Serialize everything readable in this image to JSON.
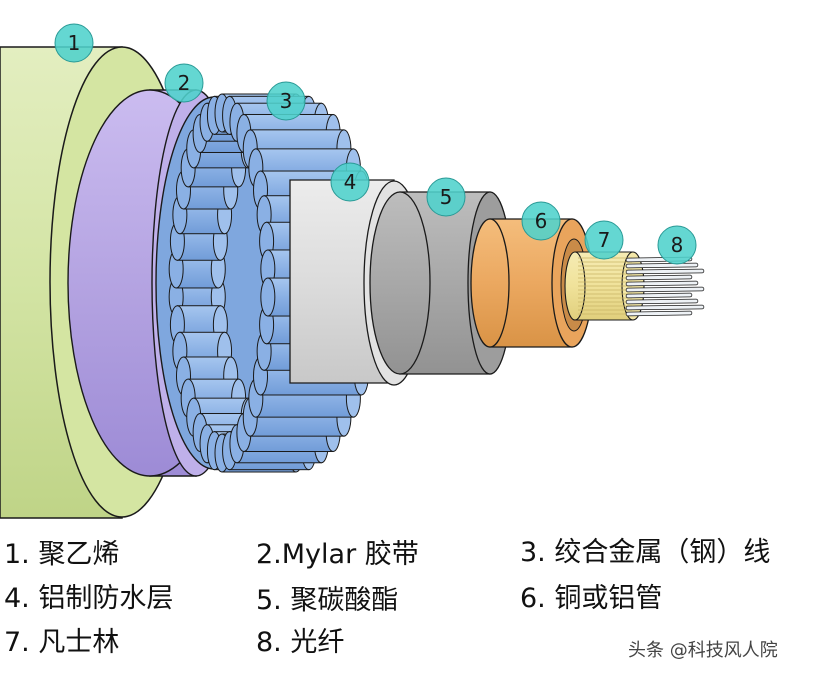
{
  "callouts": [
    "1",
    "2",
    "3",
    "4",
    "5",
    "6",
    "7",
    "8"
  ],
  "legend": [
    "1. 聚乙烯",
    "2.Mylar 胶带",
    "3. 绞合金属（钢）线",
    "4. 铝制防水层",
    "5. 聚碳酸酯",
    "6. 铜或铝管",
    "7. 凡士林",
    "8. 光纤"
  ],
  "watermark": "头条 @科技风人院",
  "colors": {
    "polyethylene": "#cfe29a",
    "mylar_tape": "#b4a3e0",
    "steel_wire": "#8cb2e6",
    "aluminum_layer": "#dedede",
    "polycarbonate": "#a9a9a9",
    "copper_tube": "#eba860",
    "petroleum_jelly": "#f0e29a",
    "optical_fiber": "#eef2f6",
    "callout_badge": "#4fd1cc"
  }
}
